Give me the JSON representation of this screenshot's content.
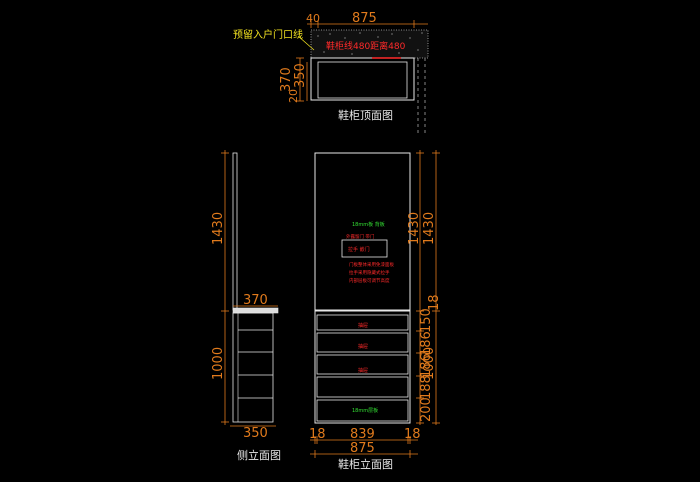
{
  "colors": {
    "background": "#000000",
    "linework": "#e8e8e8",
    "dimension": "#e07a1c",
    "annotation_yellow": "#f0e020",
    "annotation_red": "#ff2a2a",
    "annotation_green": "#33e033"
  },
  "top_view": {
    "caption": "鞋柜顶面图",
    "reserve_label": "预留入户门口线",
    "red_overlay": "鞋柜线480距离480",
    "dims": {
      "offset": "40",
      "width": "875",
      "depth": "370",
      "gap": "20",
      "inner": "350"
    }
  },
  "side_view": {
    "caption": "侧立面图",
    "dims": {
      "upper_height": "1430",
      "lower_height": "1000",
      "top_depth": "370",
      "bottom_depth": "350"
    }
  },
  "front_view": {
    "caption": "鞋柜立面图",
    "upper_notes": {
      "green_label": "18mm板 背板",
      "red_small": "外露留门 带门",
      "box_label": "拉手 嵌门",
      "red_block": [
        "门板整体采用免漆面板",
        "拉手采用隐藏式拉手",
        "内部层板可调节高度"
      ]
    },
    "drawer_labels": [
      "抽屉",
      "抽屉",
      "抽屉"
    ],
    "bottom_green": "18mm层板",
    "dims": {
      "upper_height": "1430",
      "lower_height": "1000",
      "side_18": "18",
      "drawers": [
        "150",
        "186",
        "186",
        "188",
        "200"
      ],
      "panel_left": "18",
      "inner_width": "839",
      "panel_right": "18",
      "total_width": "875"
    }
  }
}
